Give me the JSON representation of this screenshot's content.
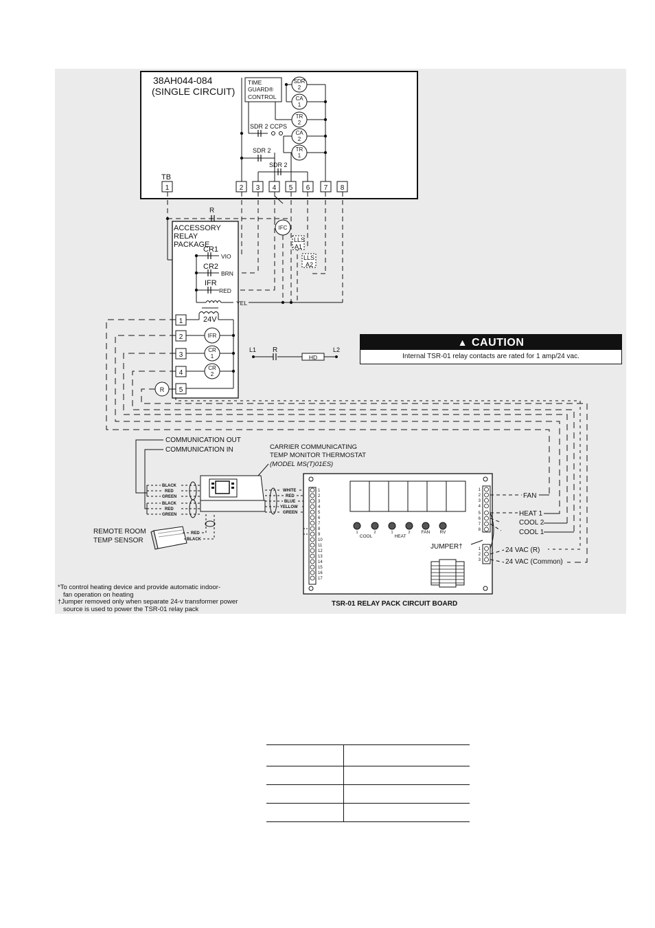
{
  "unit_box": {
    "model": "38AH044-084",
    "circuit": "(SINGLE CIRCUIT)"
  },
  "time_guard": {
    "line1": "TIME",
    "line2": "GUARD®",
    "line3": "CONTROL"
  },
  "coils": {
    "sdr2": [
      "SDR",
      "2"
    ],
    "ca1": [
      "CA",
      "1"
    ],
    "tr2": [
      "TR",
      "2"
    ],
    "ca2": [
      "CA",
      "2"
    ],
    "tr1": [
      "TR",
      "1"
    ]
  },
  "contacts": {
    "sdr2_ccps": "SDR 2  CCPS",
    "sdr2_a": "SDR 2",
    "sdr2_b": "SDR 2"
  },
  "terminal_block": {
    "label": "TB",
    "terminals": [
      "1",
      "2",
      "3",
      "4",
      "5",
      "6",
      "7",
      "8"
    ]
  },
  "relay_package": {
    "title_lines": [
      "ACCESSORY",
      "RELAY",
      "PACKAGE"
    ],
    "cr1": "CR1",
    "vio": "VIO",
    "cr2": "CR2",
    "brn": "BRN",
    "ifr": "IFR",
    "red": "RED",
    "yel": "YEL",
    "transformer": "24V",
    "terminals": [
      "1",
      "2",
      "3",
      "4",
      "5"
    ],
    "coil_ifr": "IFR",
    "coil_cr1": [
      "CR",
      "1"
    ],
    "coil_cr2": [
      "CR",
      "2"
    ],
    "coil_r": "R",
    "r_label": "R"
  },
  "field_components": {
    "ifc": "IFC",
    "lls_a1": [
      "LLS",
      "-A1"
    ],
    "lls_a2": [
      "LLS",
      "A2"
    ]
  },
  "heater_circuit": {
    "l1": "L1",
    "r": "R",
    "hd": "HD",
    "l2": "L2"
  },
  "caution": {
    "title": "CAUTION",
    "text": "Internal TSR-01 relay contacts are rated for 1 amp/24 vac."
  },
  "communication": {
    "out": "COMMUNICATION OUT",
    "in": "COMMUNICATION IN"
  },
  "thermostat": {
    "line1": "CARRIER COMMUNICATING",
    "line2": "TEMP MONITOR THERMOSTAT",
    "line3": "(MODEL MS(T)01ES)"
  },
  "comm_wires": [
    "BLACK",
    "RED",
    "GREEN",
    "BLACK",
    "RED",
    "GREEN"
  ],
  "tstat_wires": [
    "WHITE",
    "RED",
    "BLUE",
    "YELLOW",
    "GREEN"
  ],
  "sensor": {
    "line1": "REMOTE ROOM",
    "line2": "TEMP SENSOR",
    "wires": [
      "RED",
      "BLACK"
    ]
  },
  "board": {
    "caption": "TSR-01 RELAY PACK CIRCUIT BOARD",
    "left_terminals": [
      "1",
      "2",
      "3",
      "4",
      "5",
      "6",
      "7",
      "8",
      "9",
      "10",
      "11",
      "12",
      "13",
      "14",
      "15",
      "16",
      "17"
    ],
    "right_terminals": [
      "1",
      "2",
      "3",
      "4",
      "5",
      "6",
      "7",
      "8"
    ],
    "power_terminals": [
      "1",
      "2",
      "3"
    ],
    "led_numbers": [
      "1",
      "2",
      "1",
      "2",
      "",
      ""
    ],
    "led_labels": {
      "cool": "COOL",
      "heat": "HEAT",
      "fan": "FAN",
      "rv": "RV"
    },
    "jumper": "JUMPER†"
  },
  "outputs": {
    "fan": "FAN",
    "heat1": "HEAT 1",
    "cool2": "COOL 2",
    "cool1": "COOL 1",
    "vac_r": "24 VAC (R)",
    "vac_common": "24 VAC (Common)"
  },
  "footnotes": {
    "star_1": "*To control heating device and provide automatic indoor-",
    "star_2": "fan operation on heating",
    "dagger_1": "†Jumper removed only when separate 24-v transformer power",
    "dagger_2": "source is used to power the TSR-01 relay pack"
  }
}
